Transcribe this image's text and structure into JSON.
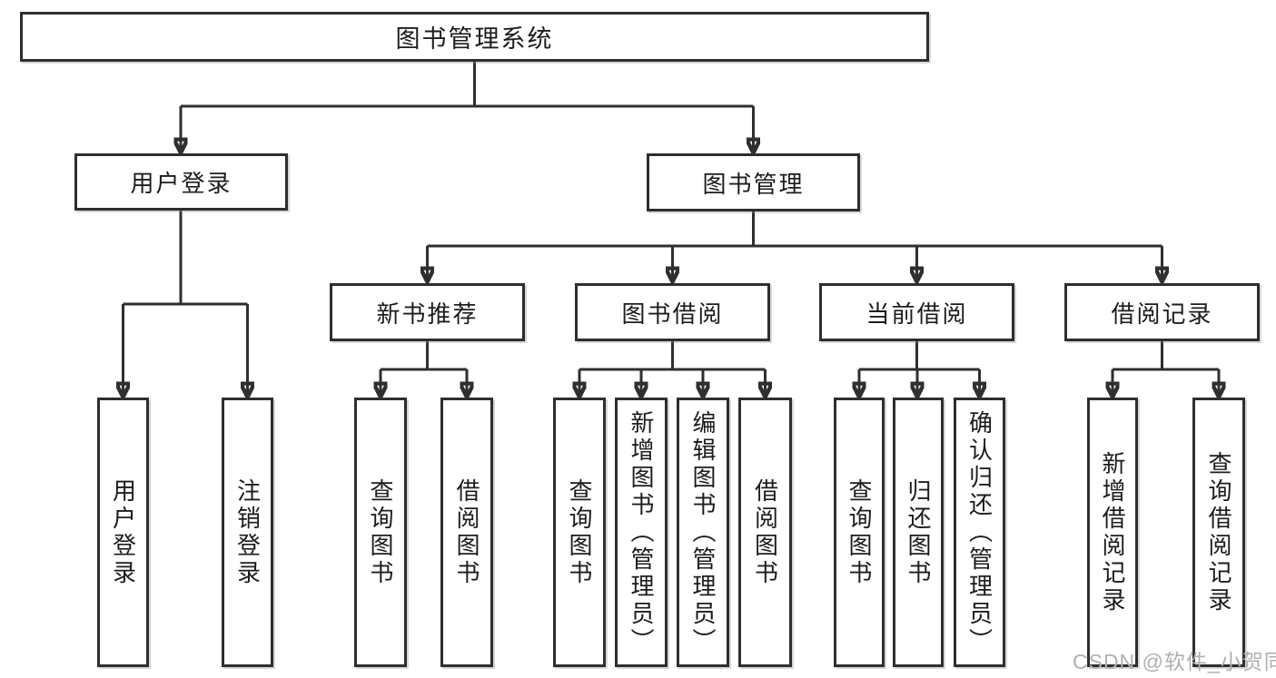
{
  "tree": {
    "root": "图书管理系统",
    "branches": [
      {
        "label": "用户登录",
        "children": [
          "用户登录",
          "注销登录"
        ]
      },
      {
        "label": "图书管理",
        "children": [
          {
            "label": "新书推荐",
            "children": [
              "查询图书",
              "借阅图书"
            ]
          },
          {
            "label": "图书借阅",
            "children": [
              "查询图书",
              "新增图书（管理员）",
              "编辑图书（管理员）",
              "借阅图书"
            ]
          },
          {
            "label": "当前借阅",
            "children": [
              "查询图书",
              "归还图书",
              "确认归还（管理员）"
            ]
          },
          {
            "label": "借阅记录",
            "children": [
              "新增借阅记录",
              "查询借阅记录"
            ]
          }
        ]
      }
    ]
  },
  "watermark": "CSDN @软件_小贺同学",
  "colors": {
    "line": "#2f2f2f",
    "box_border": "#2e2e2e",
    "box_background": "#ffffff",
    "text": "#1c1c1c",
    "watermark": "#b0b0b0"
  }
}
